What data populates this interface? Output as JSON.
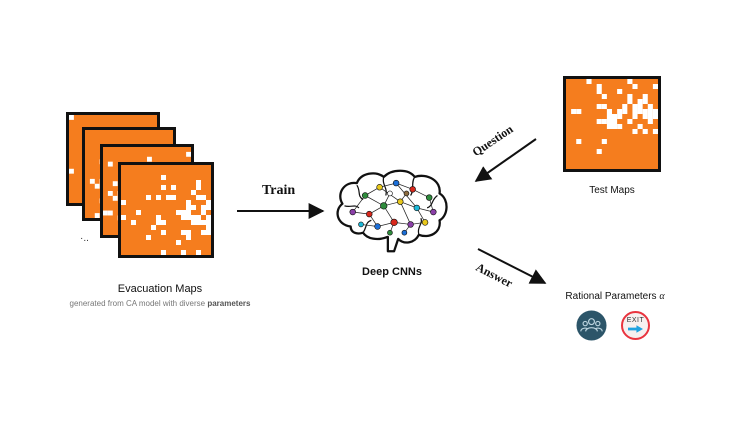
{
  "colors": {
    "accent": "#f57d1e",
    "dark": "#111111",
    "crowd_icon_bg": "#2c5569",
    "exit_icon_border": "#e9343f",
    "exit_icon_arrow": "#1fa2e0"
  },
  "left": {
    "title": "Evacuation Maps",
    "subtitle_prefix": "generated from CA model with diverse ",
    "subtitle_bold": "parameters",
    "ellipsis": "·.."
  },
  "train_label": "Train",
  "center": {
    "title": "Deep CNNs"
  },
  "question_label": "Question",
  "answer_label": "Answer",
  "right": {
    "test_title": "Test Maps",
    "params_title": "Rational Parameters",
    "alpha_symbol": "α"
  },
  "icons": {
    "crowd": "people-group-icon",
    "exit": "exit-sign-icon",
    "exit_text": "EXIT"
  }
}
